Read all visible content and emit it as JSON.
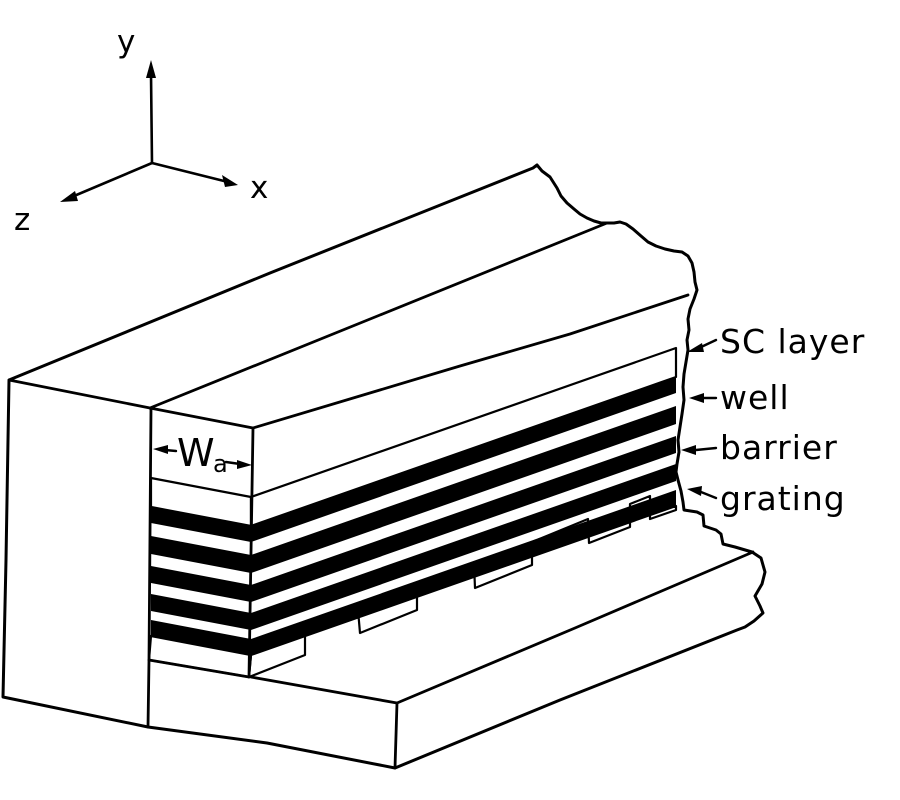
{
  "figure": {
    "axes": {
      "y_label": "y",
      "x_label": "x",
      "z_label": "z"
    },
    "width_annotation": {
      "symbol": "W",
      "subscript": "a"
    },
    "layer_labels": {
      "sc_layer": "SC layer",
      "well": "well",
      "barrier": "barrier",
      "grating": "grating"
    },
    "depicted_structure": {
      "well_band_count": 5,
      "barrier_gap_count": 4,
      "grating_teeth_count": 5
    },
    "colors": {
      "ink": "#000000",
      "paper": "#ffffff"
    }
  }
}
